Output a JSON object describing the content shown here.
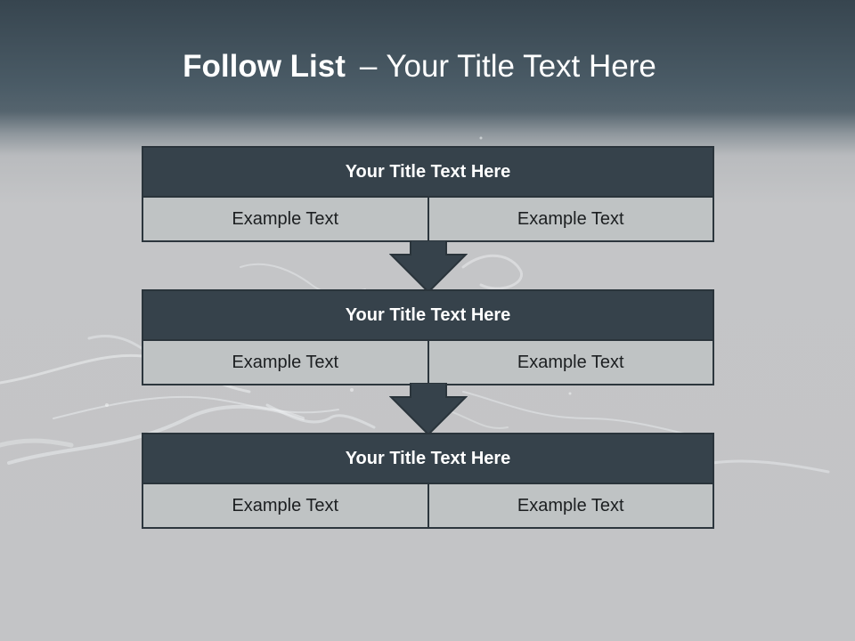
{
  "slide": {
    "title_bold": "Follow List",
    "title_dash": "–",
    "title_rest": "Your Title Text Here"
  },
  "blocks": [
    {
      "title": "Your Title Text Here",
      "left": "Example Text",
      "right": "Example Text"
    },
    {
      "title": "Your Title Text Here",
      "left": "Example Text",
      "right": "Example Text"
    },
    {
      "title": "Your Title Text Here",
      "left": "Example Text",
      "right": "Example Text"
    }
  ],
  "colors": {
    "header_fill": "#36424b",
    "cell_fill": "#bfc3c4",
    "arrow_fill": "#36424b",
    "background": "#c4c5c7"
  }
}
